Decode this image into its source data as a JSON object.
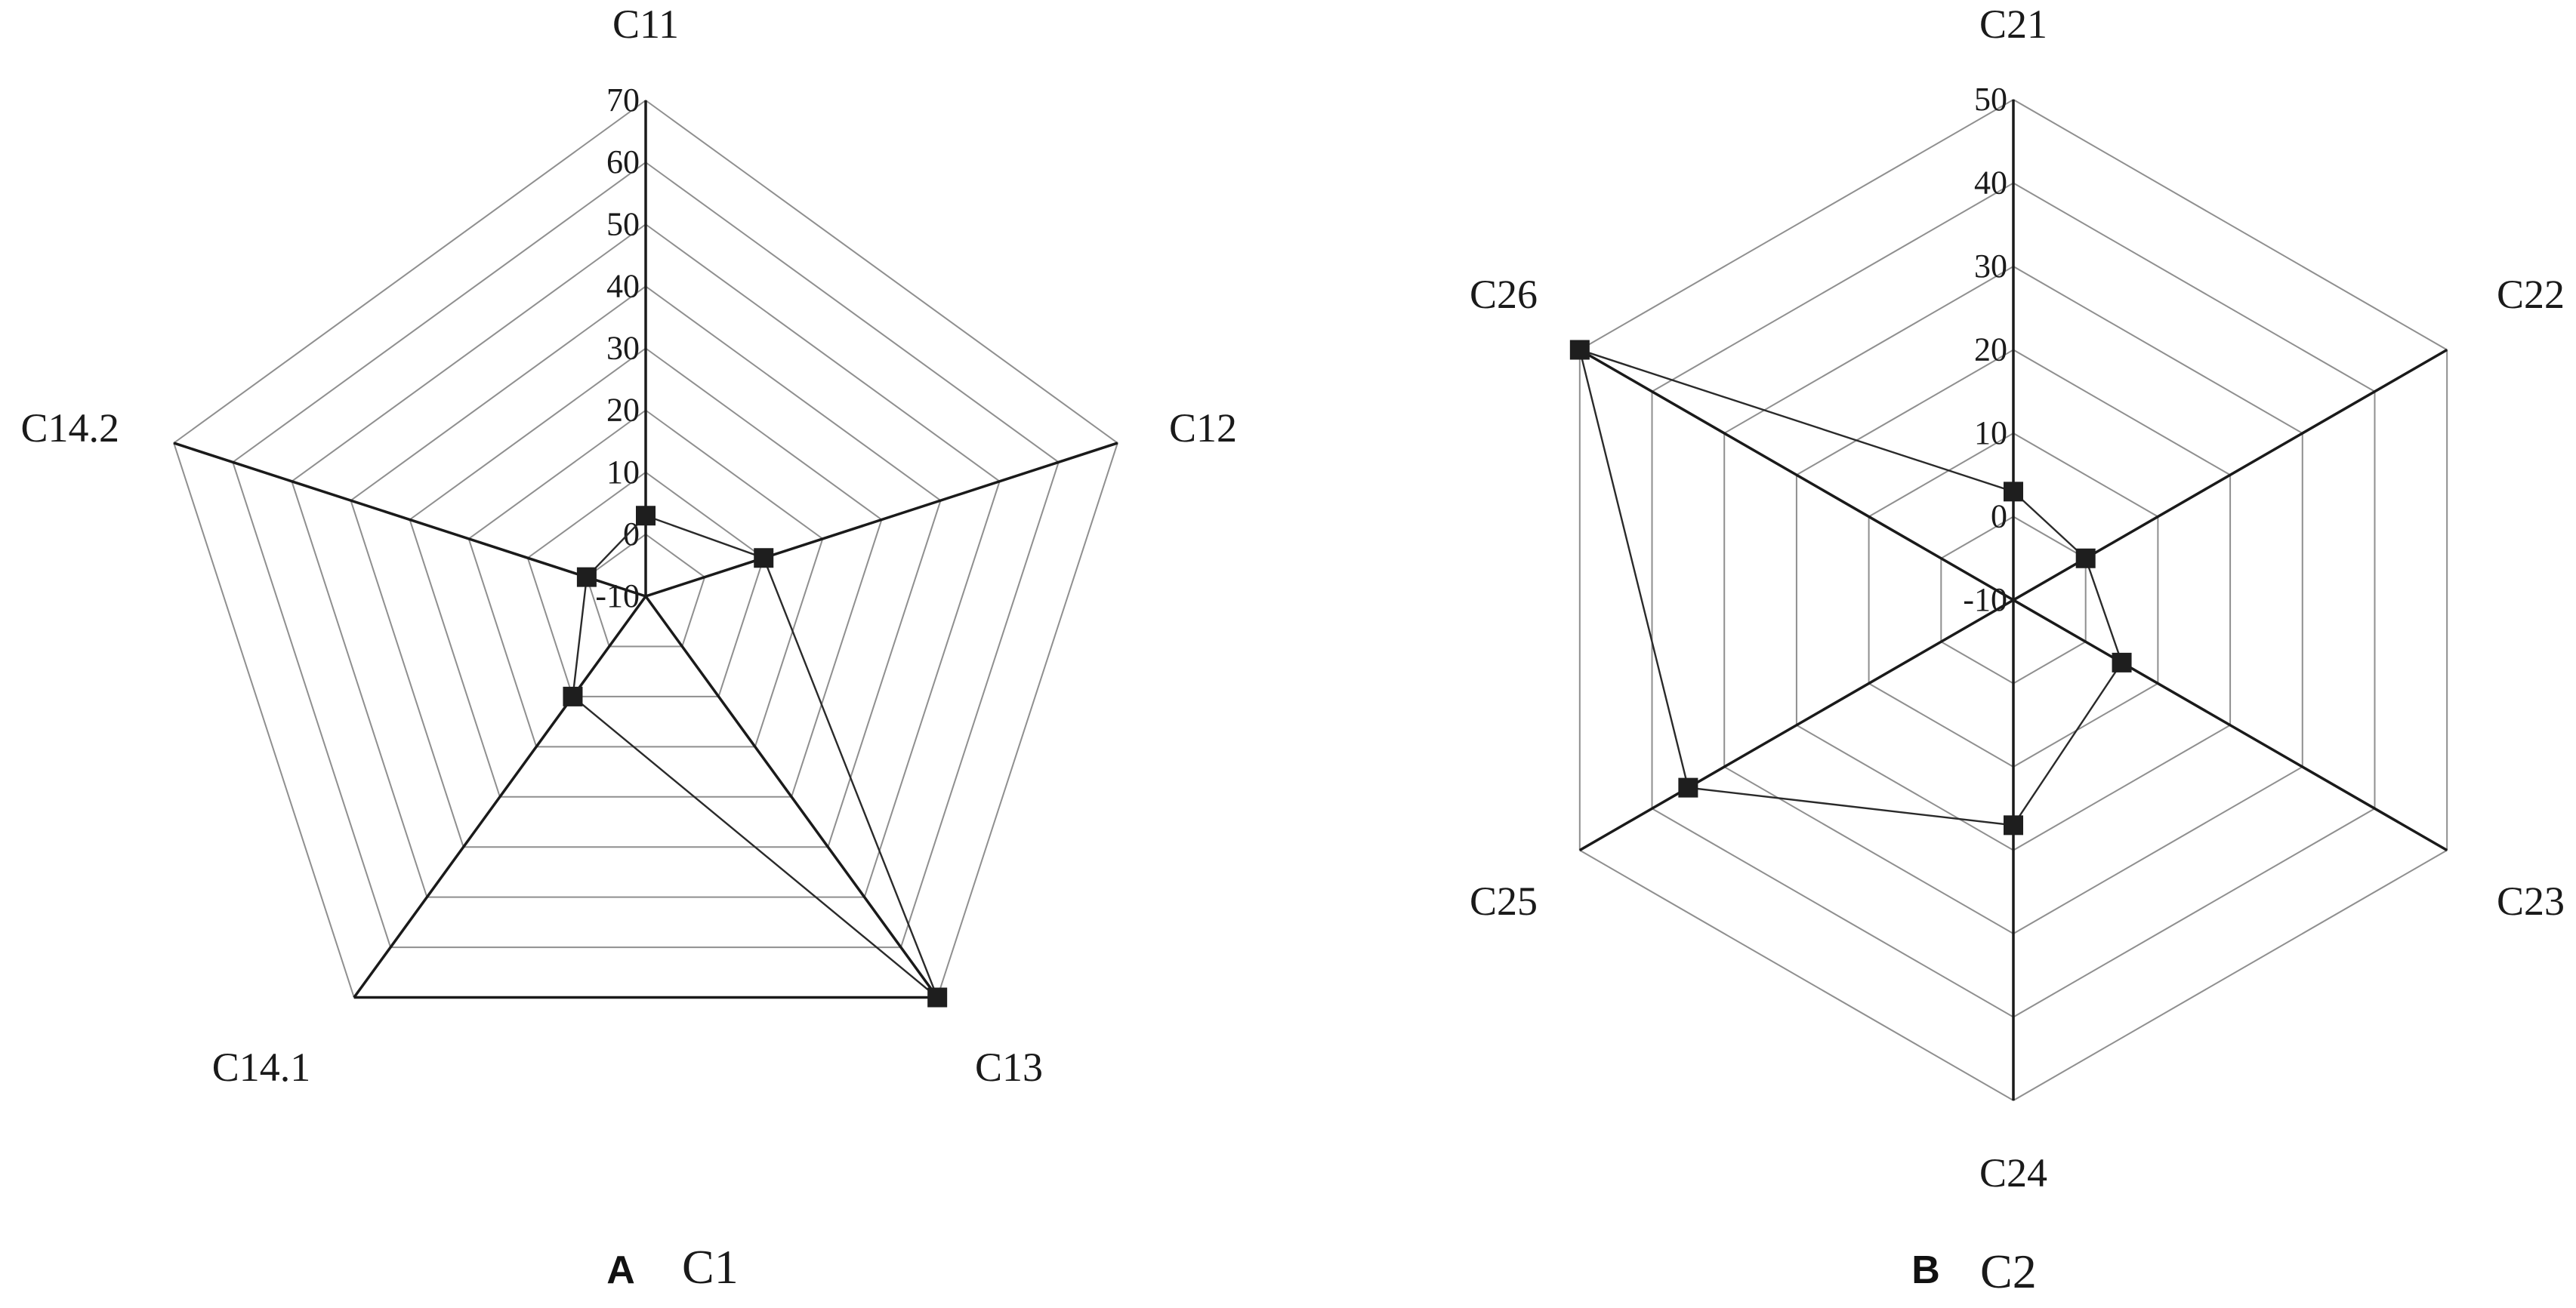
{
  "chart_data": [
    {
      "type": "radar",
      "panel_letter": "A",
      "panel_title": "C1",
      "axes": [
        "C11",
        "C12",
        "C13",
        "C14.1",
        "C14.2"
      ],
      "ticks": [
        70,
        60,
        50,
        40,
        30,
        20,
        10,
        0,
        -10
      ],
      "tick_labels": [
        "70",
        "60",
        "50",
        "40",
        "30",
        "20",
        "10",
        "0",
        "-10"
      ],
      "range": [
        -10,
        70
      ],
      "values": [
        3,
        10,
        70,
        10,
        0
      ],
      "grid": true
    },
    {
      "type": "radar",
      "panel_letter": "B",
      "panel_title": "C2",
      "axes": [
        "C21",
        "C22",
        "C23",
        "C24",
        "C25",
        "C26"
      ],
      "ticks": [
        50,
        40,
        30,
        20,
        10,
        0,
        -10
      ],
      "tick_labels": [
        "50",
        "40",
        "30",
        "20",
        "10",
        "0",
        "-10"
      ],
      "range": [
        -10,
        50
      ],
      "values": [
        3,
        0,
        5,
        17,
        35,
        50
      ],
      "grid": true
    }
  ]
}
